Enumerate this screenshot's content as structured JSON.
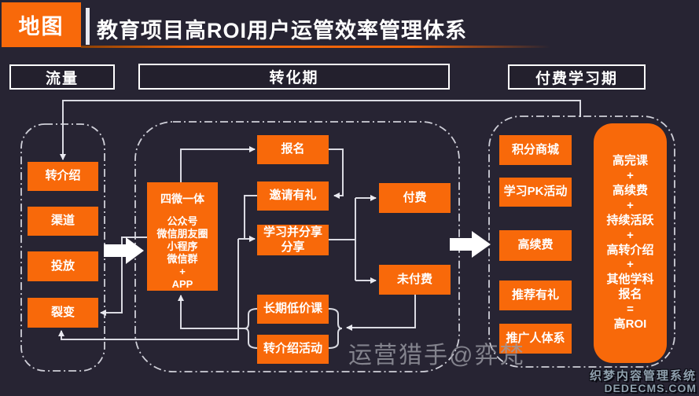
{
  "header": {
    "badge": "地图",
    "title": "教育项目高ROI用户运管效率管理体系"
  },
  "phases": {
    "traffic": "流量",
    "conversion": "转化期",
    "paid_learning": "付费学习期"
  },
  "nodes": {
    "traffic": {
      "referral": "转介绍",
      "channels": "渠道",
      "ad_placement": "投放",
      "fission": "裂变"
    },
    "conversion": {
      "matrix_title": "四微一体",
      "matrix_channels": "公众号\n微信朋友圈\n小程序\n微信群\n+\nAPP",
      "signup": "报名",
      "invite_reward": "邀请有礼",
      "learn_and_share": "学习并分享\n分享",
      "paid": "付费",
      "unpaid": "未付费",
      "long_term_low_price_course": "长期低价课",
      "referral_campaign": "转介绍活动"
    },
    "paid_learning": {
      "points_mall": "积分商城",
      "study_pk": "学习PK活动",
      "high_renewal": "高续费",
      "recommend_reward": "推荐有礼",
      "promoter_system": "推广人体系",
      "roi_formula": "高完课\n+\n高续费\n+\n持续活跃\n+\n高转介绍\n+\n其他学科\n报名\n=\n高ROI"
    }
  },
  "watermarks": {
    "center": "运营猎手@弈梵",
    "cms_line1": "织梦内容管理系统",
    "cms_line2": "DEDECMS.COM"
  },
  "colors": {
    "background": "#272433",
    "accent_orange": "#F8690A",
    "connector_line": "#DADAE2",
    "dashed_border": "#CFCFD8",
    "header_border": "#FFFFFF",
    "watermark_gray": "#9B9BA4"
  }
}
